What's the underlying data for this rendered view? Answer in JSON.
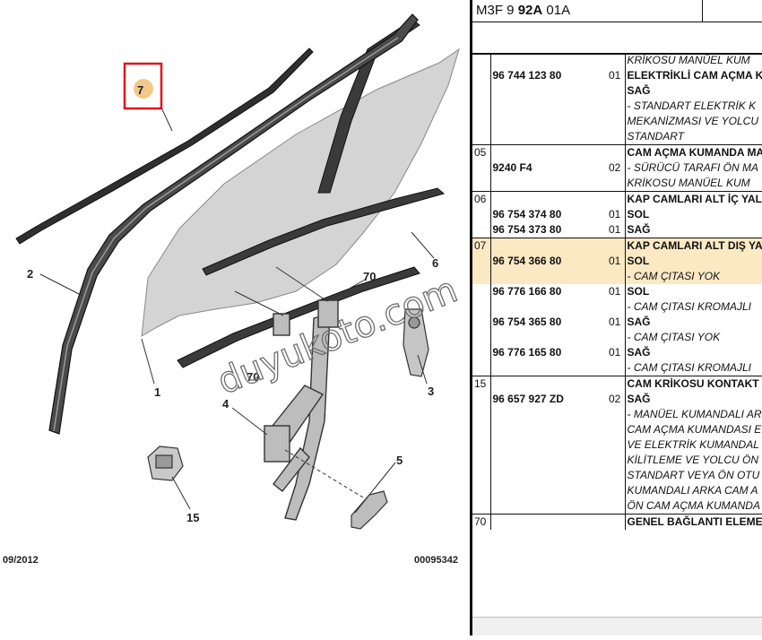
{
  "diagram": {
    "callouts": [
      "1",
      "2",
      "3",
      "4",
      "5",
      "6",
      "7",
      "15",
      "70",
      "70"
    ],
    "date": "09/2012",
    "code": "00095342",
    "watermark": "duyukoto.com"
  },
  "panel": {
    "ref_prefix": "M3F 9",
    "ref_bold": "92A",
    "ref_suffix": "01A",
    "rows": [
      {
        "grp": "",
        "pn": "",
        "qty": "",
        "lines": [
          {
            "t": "KRİKOSU MANÜEL KUM",
            "k": "note"
          }
        ]
      },
      {
        "grp": "",
        "pn": "96 744 123 80",
        "qty": "01",
        "lines": [
          {
            "t": "ELEKTRİKLİ CAM AÇMA K",
            "k": "title"
          },
          {
            "t": "SAĞ",
            "k": "title"
          },
          {
            "t": "- STANDART ELEKTRİK K",
            "k": "note"
          },
          {
            "t": "MEKANİZMASI VE YOLCU",
            "k": "note"
          },
          {
            "t": "STANDART",
            "k": "note"
          }
        ]
      },
      {
        "grp": "05",
        "pn": "9240 F4",
        "qty": "02",
        "start": true,
        "lines": [
          {
            "t": "CAM AÇMA KUMANDA MA",
            "k": "title"
          },
          {
            "t": "- SÜRÜCÜ TARAFI ÖN MA",
            "k": "note"
          },
          {
            "t": "KRİKOSU MANÜEL KUM",
            "k": "note"
          }
        ]
      },
      {
        "grp": "06",
        "pn": "96 754 374 80",
        "qty": "01",
        "start": true,
        "lines": [
          {
            "t": "KAP CAMLARI ALT İÇ YAL",
            "k": "title"
          },
          {
            "t": "SOL",
            "k": "title"
          }
        ]
      },
      {
        "grp": "",
        "pn": "96 754 373 80",
        "qty": "01",
        "lines": [
          {
            "t": "",
            "k": "title"
          },
          {
            "t": "SAĞ",
            "k": "title"
          }
        ]
      },
      {
        "grp": "07",
        "pn": "96 754 366 80",
        "qty": "01",
        "start": true,
        "hl": true,
        "lines": [
          {
            "t": "KAP CAMLARI ALT DIŞ YA",
            "k": "title"
          },
          {
            "t": "SOL",
            "k": "title"
          },
          {
            "t": "- CAM ÇITASI YOK",
            "k": "note"
          }
        ]
      },
      {
        "grp": "",
        "pn": "96 776 166 80",
        "qty": "01",
        "lines": [
          {
            "t": "SOL",
            "k": "title"
          },
          {
            "t": "- CAM ÇITASI KROMAJLI",
            "k": "note"
          }
        ]
      },
      {
        "grp": "",
        "pn": "96 754 365 80",
        "qty": "01",
        "lines": [
          {
            "t": "SAĞ",
            "k": "title"
          },
          {
            "t": "- CAM ÇITASI YOK",
            "k": "note"
          }
        ]
      },
      {
        "grp": "",
        "pn": "96 776 165 80",
        "qty": "01",
        "lines": [
          {
            "t": "SAĞ",
            "k": "title"
          },
          {
            "t": "- CAM ÇITASI KROMAJLI",
            "k": "note"
          }
        ]
      },
      {
        "grp": "15",
        "pn": "96 657 927 ZD",
        "qty": "02",
        "start": true,
        "lines": [
          {
            "t": "CAM KRİKOSU KONTAKT",
            "k": "title"
          },
          {
            "t": "SAĞ",
            "k": "title"
          },
          {
            "t": "- MANÜEL KUMANDALI AR",
            "k": "note"
          },
          {
            "t": "CAM AÇMA KUMANDASI E",
            "k": "note"
          },
          {
            "t": "VE ELEKTRİK KUMANDAL",
            "k": "note"
          },
          {
            "t": "KİLİTLEME VE YOLCU ÖN",
            "k": "note"
          },
          {
            "t": "STANDART VEYA ÖN OTU",
            "k": "note"
          },
          {
            "t": "KUMANDALI ARKA CAM A",
            "k": "note"
          },
          {
            "t": "ÖN CAM AÇMA KUMANDA",
            "k": "note"
          }
        ]
      },
      {
        "grp": "70",
        "pn": "",
        "qty": "",
        "start": true,
        "lines": [
          {
            "t": "GENEL BAĞLANTI ELEME",
            "k": "title"
          }
        ]
      }
    ]
  }
}
